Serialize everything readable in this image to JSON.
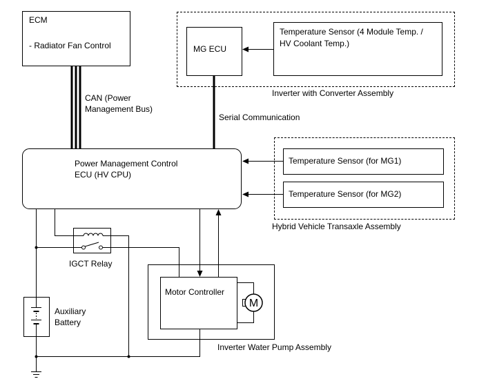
{
  "ecm": {
    "title": "ECM",
    "function": "- Radiator Fan Control"
  },
  "can_bus": {
    "line1": "CAN (Power",
    "line2": "Management Bus)"
  },
  "mg_ecu": {
    "label": "MG ECU"
  },
  "inverter_sensor": {
    "line1": "Temperature Sensor (4 Module Temp. /",
    "line2": "HV Coolant Temp.)"
  },
  "inverter_assembly": {
    "label": "Inverter with Converter Assembly"
  },
  "serial": {
    "label": "Serial Communication"
  },
  "pm_ecu": {
    "line1": "Power Management Control",
    "line2": "ECU (HV CPU)"
  },
  "mg1_sensor": {
    "label": "Temperature Sensor (for MG1)"
  },
  "mg2_sensor": {
    "label": "Temperature Sensor (for MG2)"
  },
  "transaxle": {
    "label": "Hybrid Vehicle Transaxle Assembly"
  },
  "relay": {
    "label": "IGCT Relay"
  },
  "motor_controller": {
    "label": "Motor Controller"
  },
  "motor": {
    "symbol": "M"
  },
  "battery": {
    "line1": "Auxiliary",
    "line2": "Battery"
  },
  "pump_assembly": {
    "label": "Inverter Water Pump Assembly"
  }
}
